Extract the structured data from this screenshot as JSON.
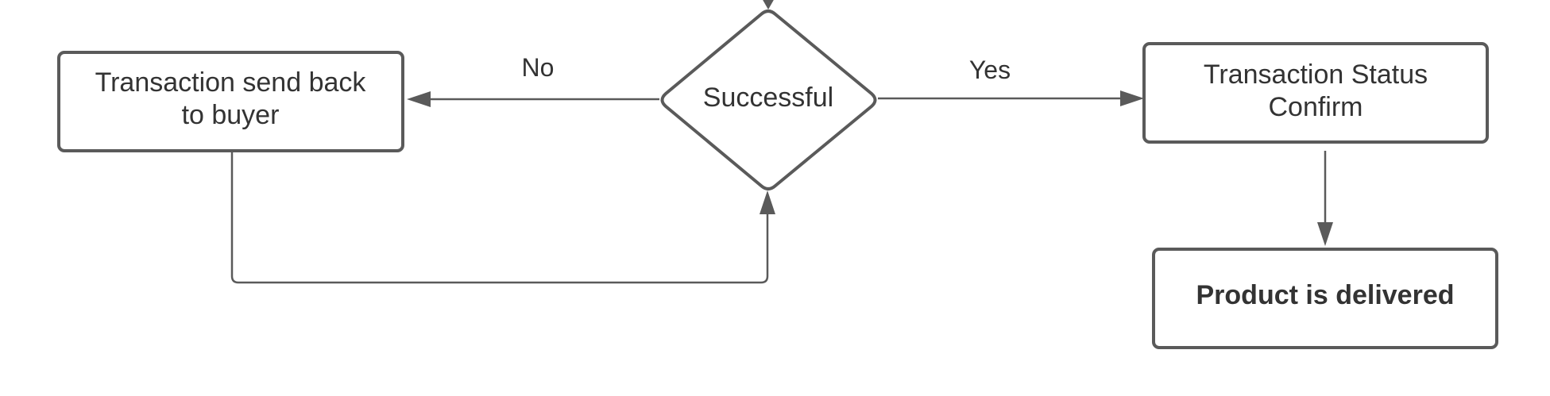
{
  "diagram": {
    "nodes": {
      "refund": {
        "line1": "Transaction send back",
        "line2": "to buyer"
      },
      "decision": {
        "label": "Successful"
      },
      "confirm": {
        "line1": "Transaction Status",
        "line2": "Confirm"
      },
      "delivered": {
        "label": "Product is delivered"
      }
    },
    "edges": {
      "no_label": "No",
      "yes_label": "Yes"
    }
  }
}
